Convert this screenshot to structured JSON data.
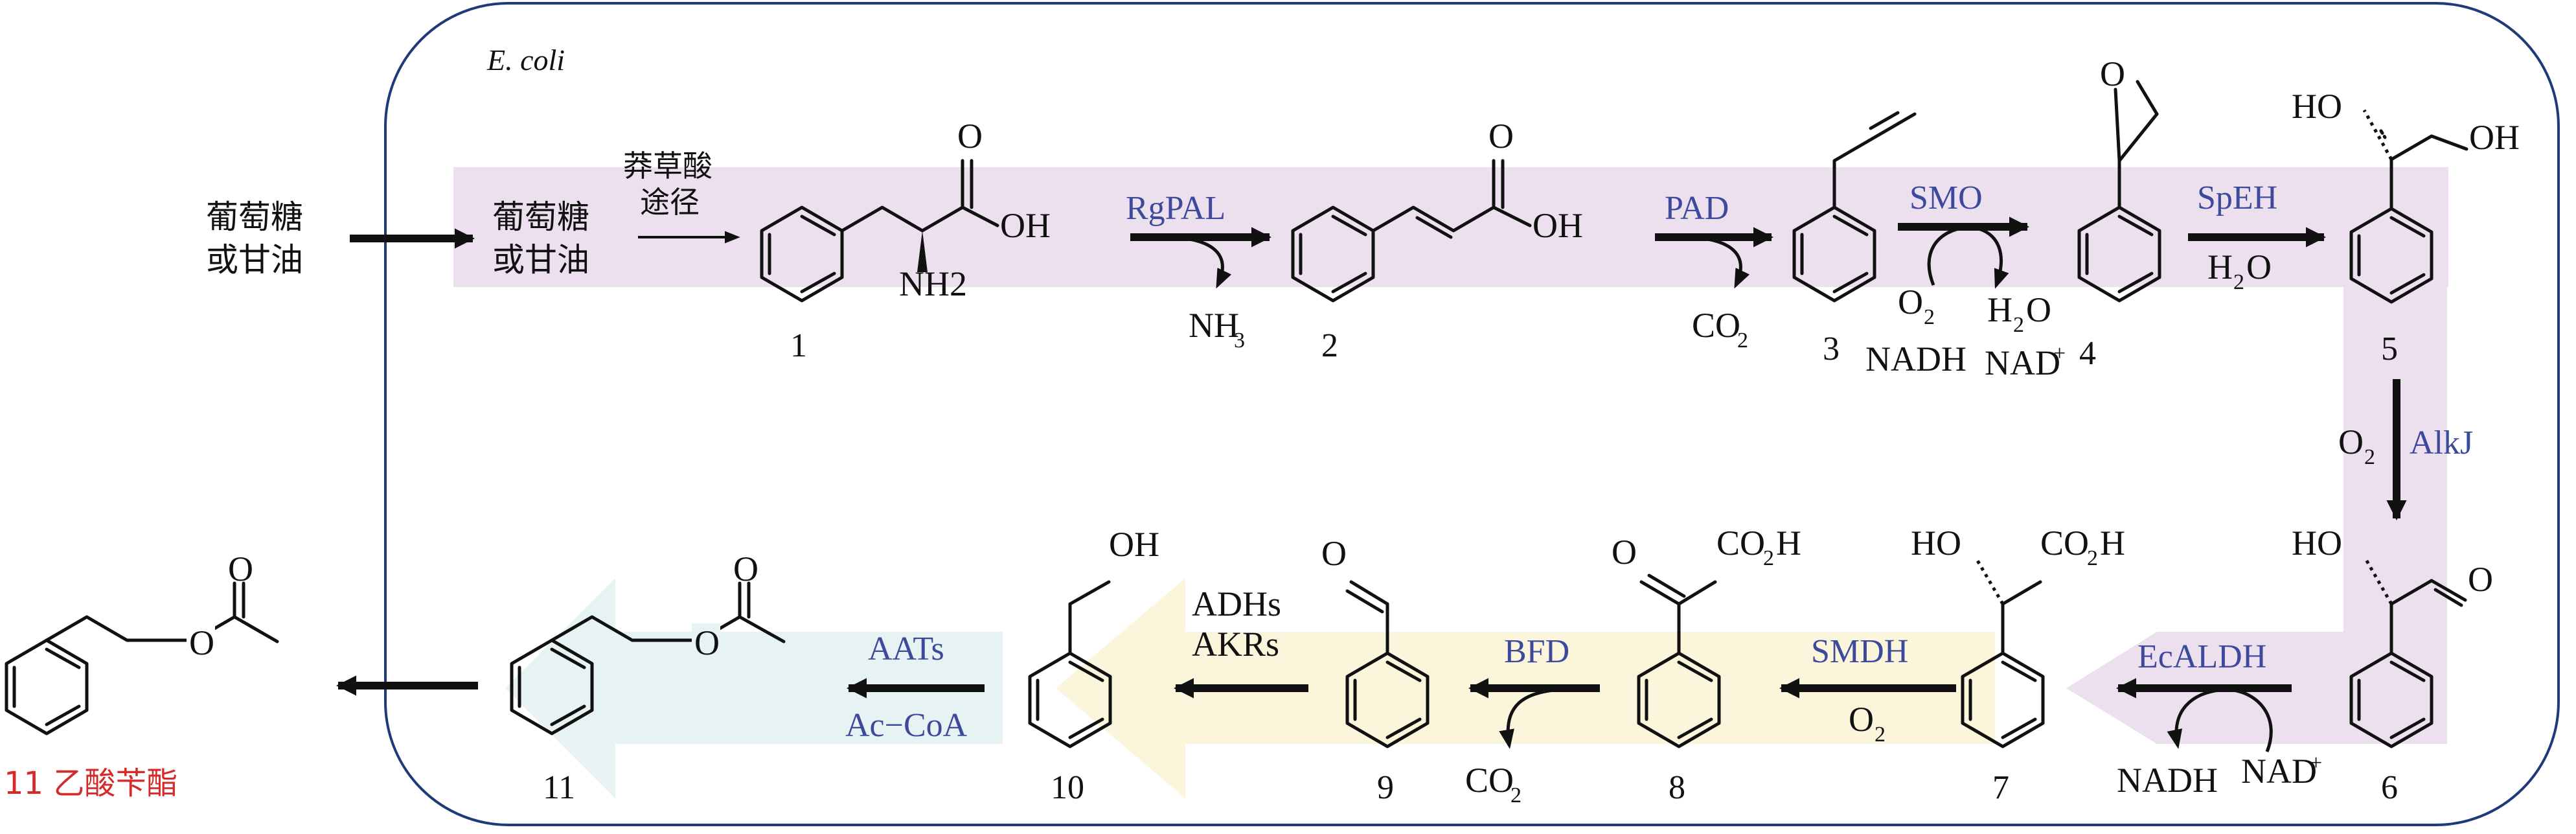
{
  "organism_label": "E. coli",
  "outside_source": [
    "葡萄糖",
    "或甘油"
  ],
  "inside_source": [
    "葡萄糖",
    "或甘油"
  ],
  "shikimate_label": [
    "莽草酸",
    "途径"
  ],
  "compound_numbers": [
    "1",
    "2",
    "3",
    "4",
    "5",
    "6",
    "7",
    "8",
    "9",
    "10",
    "11"
  ],
  "product_label": "11 乙酸苄酯",
  "enzymes": {
    "RgPAL": "RgPAL",
    "PAD": "PAD",
    "SMO": "SMO",
    "SpEH": "SpEH",
    "AlkJ": "AlkJ",
    "EcALDH": "EcALDH",
    "SMDH": "SMDH",
    "BFD": "BFD",
    "ADHs": "ADHs",
    "AKRs": "AKRs",
    "AATs": "AATs",
    "AcCoA": "Ac−CoA"
  },
  "cofactors": {
    "NH3": "NH",
    "NH3_sub": "3",
    "CO2": "CO",
    "CO2_sub": "2",
    "O2": "O",
    "O2_sub": "2",
    "H2O": "H",
    "H2O_sub": "2",
    "H2O_tail": "O",
    "NADH": "NADH",
    "NAD": "NAD",
    "NAD_sup": "+"
  },
  "atom_labels": {
    "O": "O",
    "OH": "OH",
    "HO": "HO",
    "NH2": "NH2",
    "CO2H": "CO",
    "CO2H_sub": "2",
    "CO2H_tail": "H"
  },
  "colors": {
    "enzyme": "#3d4a9c",
    "product": "#d42a2a",
    "container_border": "#1e3a78",
    "lavender_band": "#ece0ef",
    "yellow_band": "#fbf5dc",
    "cyan_band": "#e6f3f2"
  }
}
